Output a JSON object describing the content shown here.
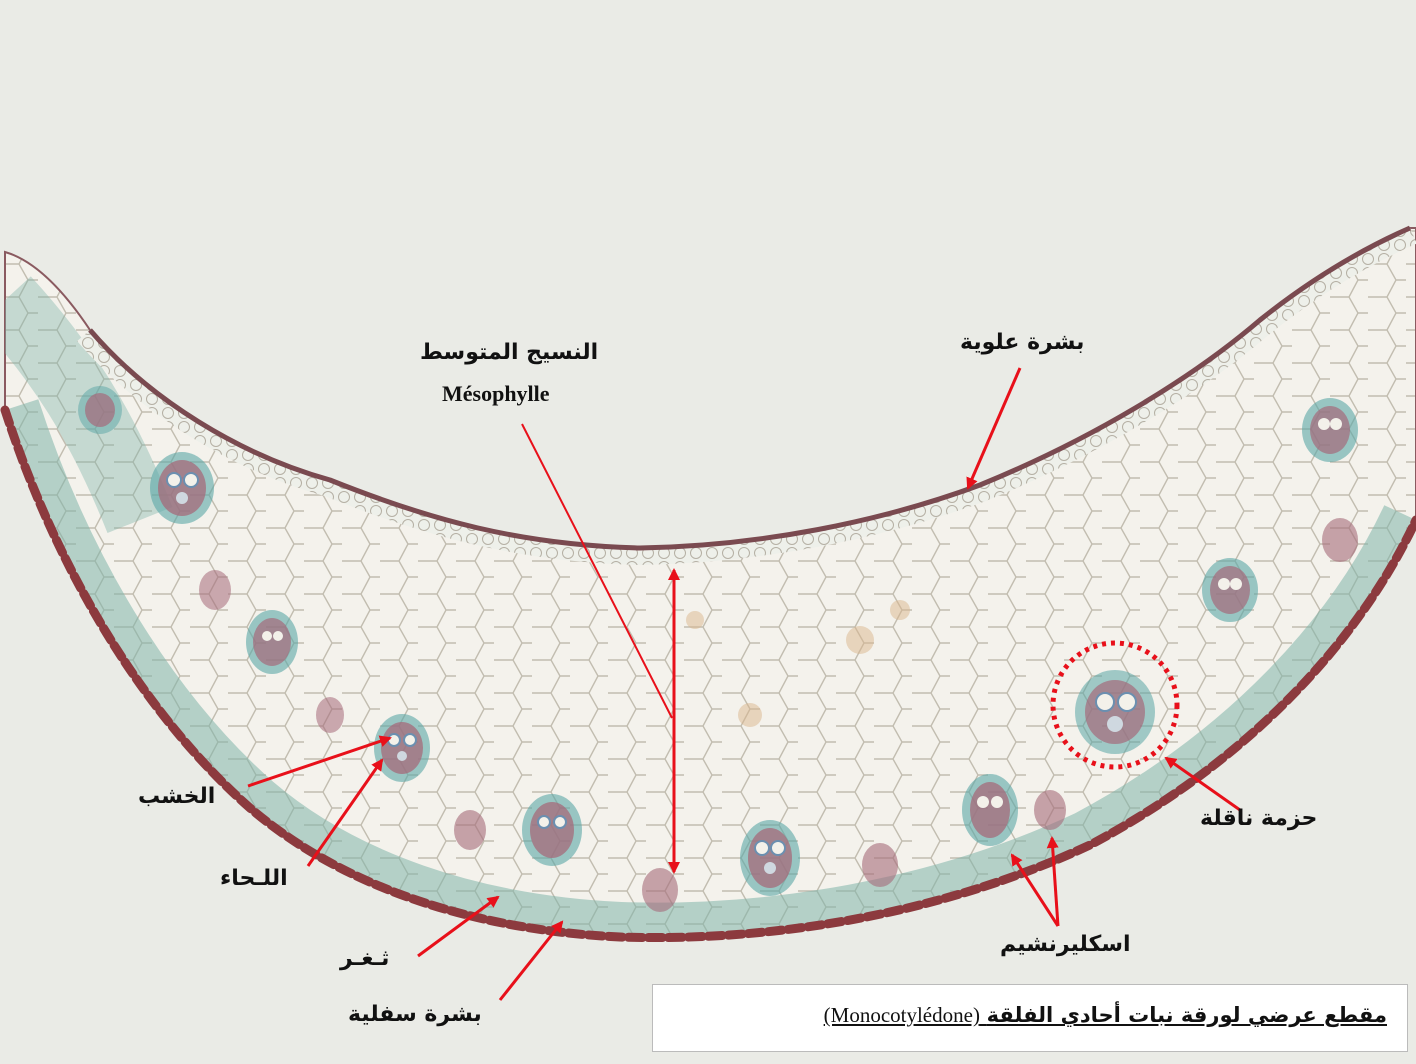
{
  "labels": {
    "mesophyll_ar": "النسيج المتوسط",
    "mesophyll_fr": "Mésophylle",
    "upper_epidermis": "بشرة علوية",
    "xylem": "الخشب",
    "phloem": "اللـحاء",
    "stoma": "ثـغـر",
    "lower_epidermis": "بشرة سفلية",
    "sclerenchyma": "اسكليرنشيم",
    "vascular_bundle": "حزمة ناقلة"
  },
  "caption": {
    "arabic": "مقطع عرضي لورقة نبات أحادي الفلقة",
    "latin": "(Monocotylédone)"
  },
  "colors": {
    "background": "#eaebe6",
    "arrow": "#e8101a",
    "tissue_fill": "#f3f1ea",
    "cell_wall": "#b7b3a6",
    "cuticle": "#7a4a50",
    "bundle_sheath": "#5aa6a6",
    "vascular_tissue": "#8f5a6a"
  }
}
